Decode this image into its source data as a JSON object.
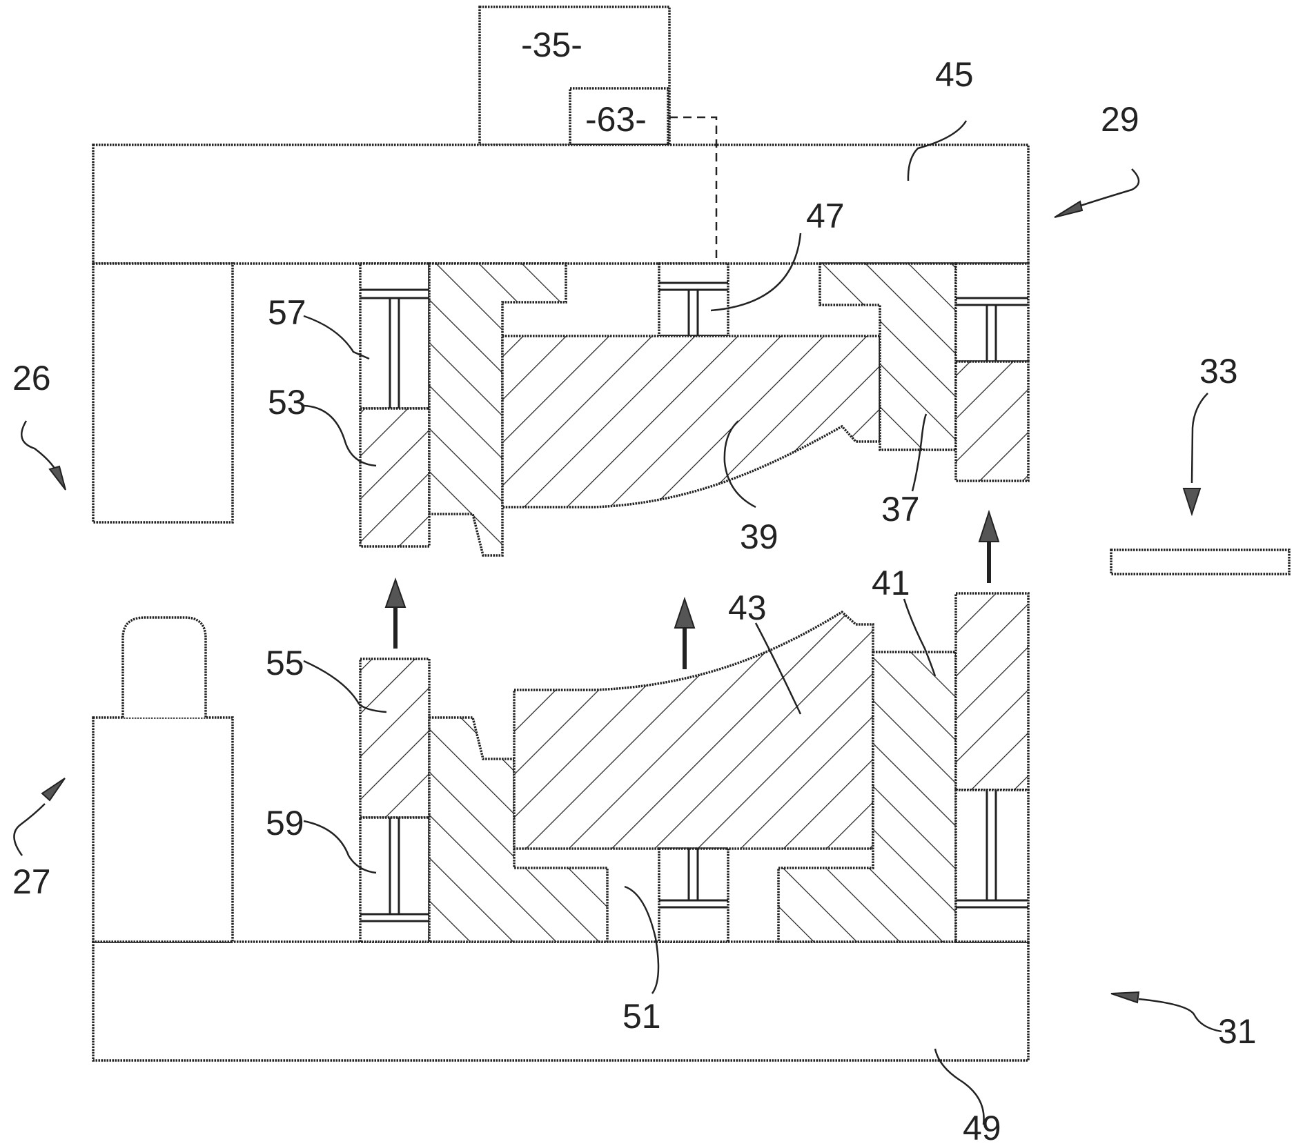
{
  "labels": {
    "l35": "-35-",
    "l63": "-63-",
    "l45": "45",
    "l29": "29",
    "l26": "26",
    "l57": "57",
    "l53": "53",
    "l47": "47",
    "l39": "39",
    "l37": "37",
    "l33": "33",
    "l43": "43",
    "l41": "41",
    "l55": "55",
    "l59": "59",
    "l27": "27",
    "l51": "51",
    "l49": "49",
    "l31": "31"
  },
  "colors": {
    "line": "#222222",
    "background": "#ffffff"
  }
}
